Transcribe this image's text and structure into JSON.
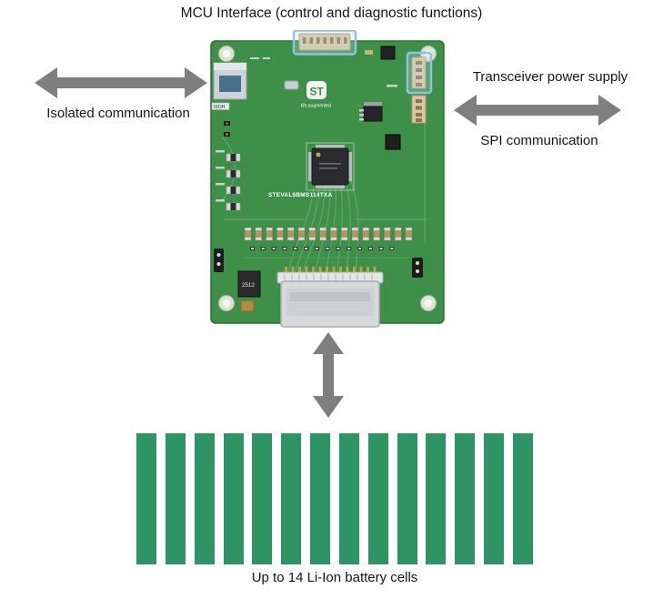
{
  "title": "MCU Interface (control and diagnostic functions)",
  "labels": {
    "isolated": "Isolated communication",
    "transceiver": "Transceiver power supply",
    "spi": "SPI communication",
    "battery": "Up to 14 Li-Ion battery cells"
  },
  "board": {
    "silkscreen_name": "STEVAL$BMS114TXA",
    "logo_text": "ST",
    "logo_tagline": "life.augmented",
    "shunt_label": "2512",
    "usb_label": "ISOH"
  },
  "battery": {
    "count": 14,
    "cell_color": "#2e9465"
  },
  "colors": {
    "arrow_gray": "#7f7f7f",
    "text_dark": "#14141e",
    "pcb_green": "#3e8f48",
    "highlight_blue": "#8fc3e4"
  }
}
